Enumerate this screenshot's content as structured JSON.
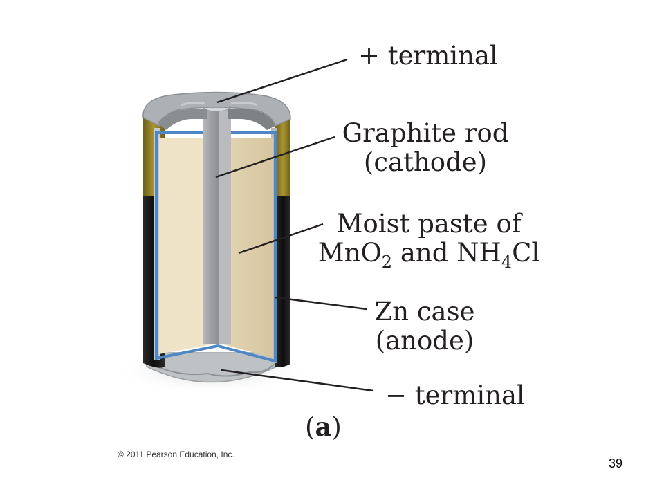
{
  "labels": {
    "positive_terminal": "+ terminal",
    "graphite_line1": "Graphite rod",
    "graphite_line2": "(cathode)",
    "paste_line1": "Moist paste of",
    "paste_mno": "MnO",
    "paste_mno_sub": "2",
    "paste_and": " and NH",
    "paste_nh_sub": "4",
    "paste_cl": "Cl",
    "zn_line1": "Zn case",
    "zn_line2": "(anode)",
    "negative_terminal": "− terminal"
  },
  "caption": {
    "open": "(",
    "letter": "a",
    "close": ")"
  },
  "copyright": "© 2011 Pearson Education, Inc.",
  "page_number": "39",
  "colors": {
    "paste": "#efe3c7",
    "paste_shadow": "#d9c9a6",
    "rod": "#a6a8ab",
    "rod_light": "#c4c6c8",
    "inner_lining": "#4f86c6",
    "zinc_case": "#b8bcc0",
    "wrapper_black": "#1c1c1c",
    "wrapper_gold": "#8a7a2a",
    "leader": "#231f20"
  }
}
